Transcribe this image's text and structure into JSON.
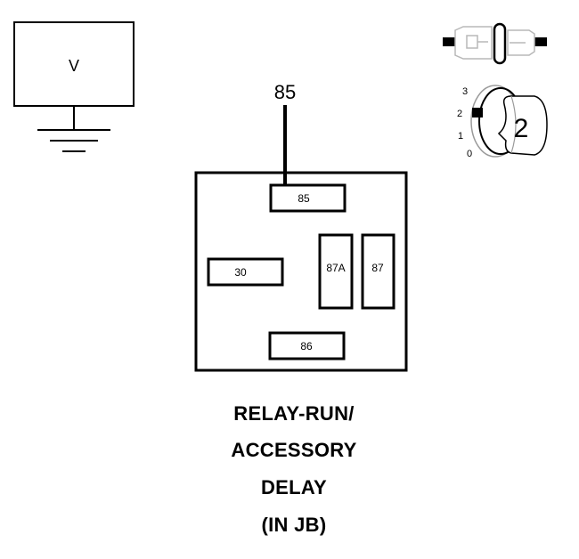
{
  "meter": {
    "symbol": "V"
  },
  "probe": {
    "pin": "85"
  },
  "relay": {
    "pins": {
      "p85": "85",
      "p30": "30",
      "p87a": "87A",
      "p87": "87",
      "p86": "86"
    }
  },
  "ignition": {
    "positions": [
      "3",
      "2",
      "1",
      "0"
    ],
    "key_position": "2"
  },
  "title": {
    "lines": [
      "RELAY-RUN/",
      "ACCESSORY",
      "DELAY",
      "(IN JB)"
    ]
  }
}
